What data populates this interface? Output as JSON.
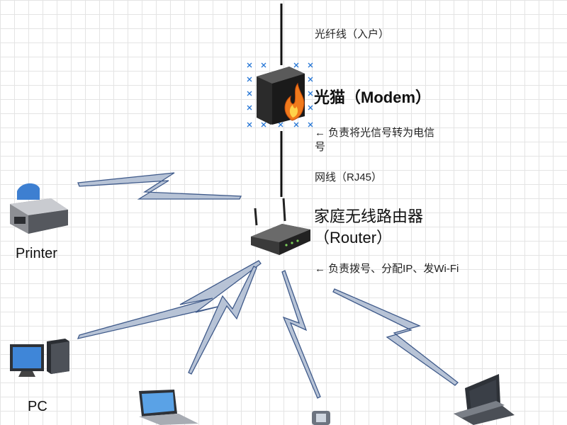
{
  "fiber_label": "光纤线（入户）",
  "modem": {
    "title": "光猫（Modem）",
    "desc_line1": "← 负责将光信号转为电信",
    "desc_line2": "号"
  },
  "cable_label": "网线（RJ45）",
  "router": {
    "title_line1": "家庭无线路由器",
    "title_line2": "（Router）",
    "desc": "← 负责拨号、分配IP、发Wi-Fi"
  },
  "devices": {
    "printer": "Printer",
    "pc": "PC"
  },
  "colors": {
    "wireless_fill": "#b7c3d6",
    "wireless_stroke": "#3f5a8a",
    "cable": "#111111",
    "modem_flame": "#f07a1c"
  }
}
